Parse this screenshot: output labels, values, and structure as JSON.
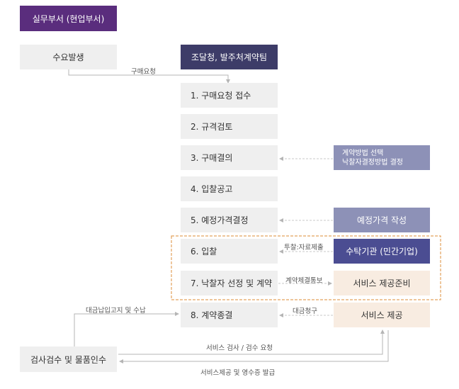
{
  "header": {
    "dept": "실무부서 (현업부서)"
  },
  "nodes": {
    "demand": "수요발생",
    "procurement_agency": "조달청, 발주처계약팀",
    "step1": "1. 구매요청 접수",
    "step2": "2. 규격검토",
    "step3": "3. 구매결의",
    "step4": "4. 입찰공고",
    "step5": "5. 예정가격결정",
    "step6": "6. 입찰",
    "step7": "7. 낙찰자 선정 및 계약",
    "step8": "8. 계약종결",
    "contract_method_line1": "계약방법 선택",
    "contract_method_line2": "낙찰자결정방법 결정",
    "estimate_price": "예정가격 작성",
    "contractor": "수탁기관 (민간기업)",
    "service_prep": "서비스 제공준비",
    "service_provide": "서비스 제공",
    "inspection": "검사검수 및 물품인수"
  },
  "labels": {
    "purchase_request": "구매요청",
    "bid_submit": "투찰:자료제출",
    "contract_notice": "계약체결통보",
    "payment_claim": "대금청구",
    "payment_notice": "대금납입고지 및 수납",
    "service_inspection": "서비스 검사 / 검수 요청",
    "receipt": "서비스제공 및 영수증 발급"
  },
  "colors": {
    "gray": "#efefef",
    "navy": "#3d3c68",
    "purple": "#5a2d7d",
    "lavender": "#8d91b7",
    "blue": "#4b4d92",
    "peach": "#f8ece1",
    "highlight": "#e3a25c"
  }
}
